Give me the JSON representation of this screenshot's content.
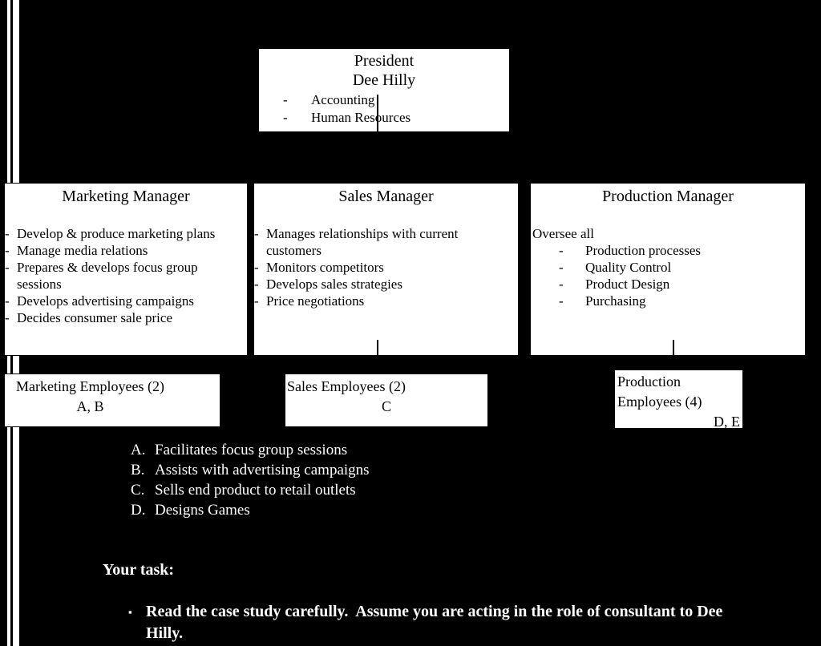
{
  "colors": {
    "background": "#000000",
    "box_fill": "#ffffff",
    "box_border": "#000000",
    "box_text": "#000000",
    "light_text": "#ffffff"
  },
  "ui": {
    "dash": "-",
    "square_bullet": "▪"
  },
  "org_chart": {
    "president": {
      "title": "President",
      "name": "Dee Hilly",
      "items": [
        "Accounting",
        "Human Resources"
      ]
    },
    "managers": [
      {
        "title": "Marketing Manager",
        "items": [
          "Develop & produce marketing plans",
          "Manage media relations",
          "Prepares & develops focus group sessions",
          "Develops advertising campaigns",
          "Decides consumer sale price"
        ]
      },
      {
        "title": "Sales Manager",
        "items": [
          "Manages relationships with current customers",
          "Monitors competitors",
          "Develops sales strategies",
          "Price negotiations"
        ]
      },
      {
        "title": "Production Manager",
        "lead_in": "Oversee all",
        "items": [
          "Production processes",
          "Quality Control",
          "Product Design",
          "Purchasing"
        ]
      }
    ],
    "employee_groups": [
      {
        "title": "Marketing Employees (2)",
        "letters": "A, B"
      },
      {
        "title": "Sales Employees (2)",
        "letters": "C"
      },
      {
        "title": "Production Employees (4)",
        "letters": "D, E"
      }
    ]
  },
  "legend": {
    "items": [
      {
        "key": "A.",
        "text": "Facilitates focus group sessions"
      },
      {
        "key": "B.",
        "text": "Assists with advertising campaigns"
      },
      {
        "key": "C.",
        "text": "Sells end product to retail outlets"
      },
      {
        "key": "D.",
        "text": "Designs Games"
      }
    ]
  },
  "task": {
    "heading": "Your task:",
    "bullet_text": "Read the case study carefully.  Assume you are acting in the role of consultant to Dee Hilly."
  }
}
